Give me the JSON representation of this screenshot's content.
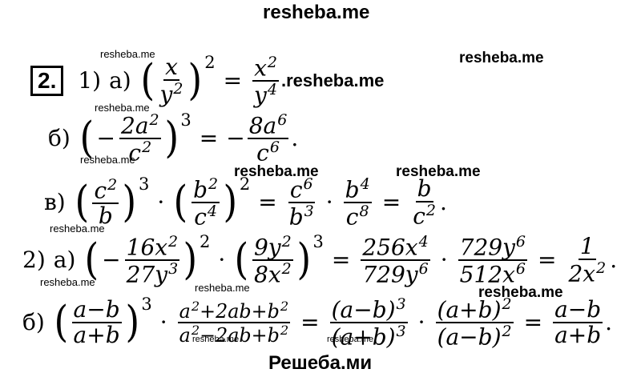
{
  "watermarks": {
    "top": "resheba.me",
    "bottom": "Решеба.ми",
    "right1": "resheba.me",
    "after_a": ".resheba.me",
    "mid1": "resheba.me",
    "mid2": "resheba.me",
    "right2": "resheba.me",
    "small": "resheba.me"
  },
  "problem": {
    "number": "2.",
    "part1": "1)",
    "part2": "2)",
    "a": "а)",
    "b": "б)",
    "v": "в)"
  },
  "expressions": {
    "l1": {
      "n1": "x",
      "d1": "y",
      "e1": "2",
      "e_d1": "2",
      "n2": "x",
      "e_n2": "2",
      "d2": "y",
      "e_d2": "4"
    },
    "l2": {
      "n1": "−",
      "n1b": "2a",
      "e_n1": "2",
      "d1": "c",
      "e_d1": "2",
      "pow": "3",
      "rhs_n": "8a",
      "e_rhs_n": "6",
      "rhs_d": "c",
      "e_rhs_d": "6",
      "minus": "−"
    },
    "l3": {
      "text": "в"
    },
    "l4": {
      "text": "2) а)"
    },
    "l5": {
      "text": "б)"
    }
  }
}
